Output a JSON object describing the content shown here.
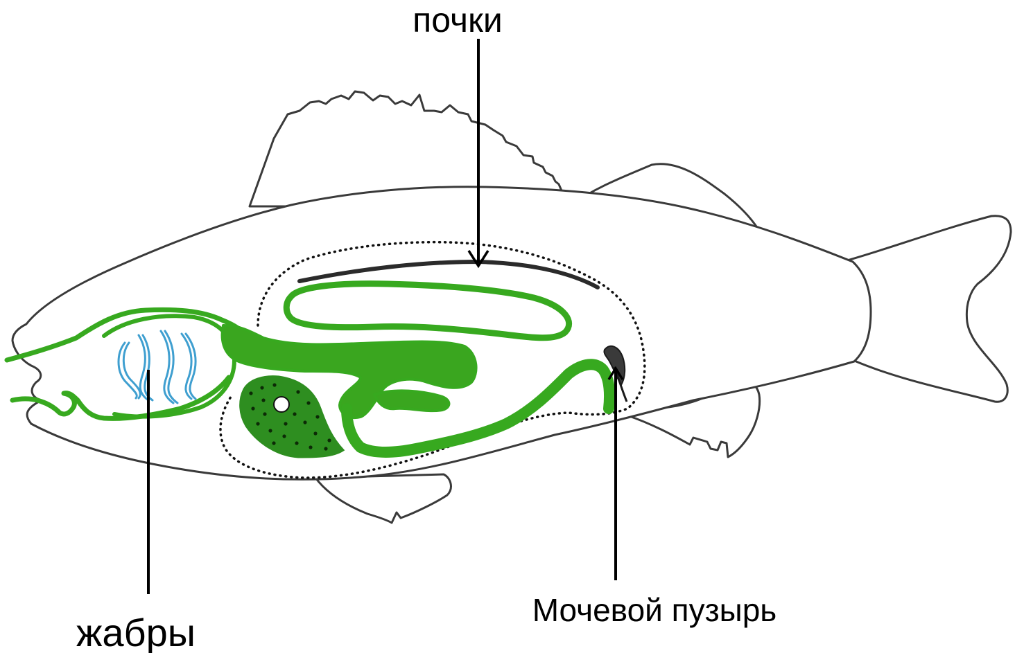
{
  "labels": {
    "kidneys": "почки",
    "gills": "жабры",
    "bladder": "Мочевой пузырь"
  },
  "colors": {
    "outline": "#3a3a3a",
    "organ_green": "#37a91f",
    "liver_green": "#2e8e20",
    "gills_blue": "#3f9fd0",
    "label_text": "#000000"
  }
}
